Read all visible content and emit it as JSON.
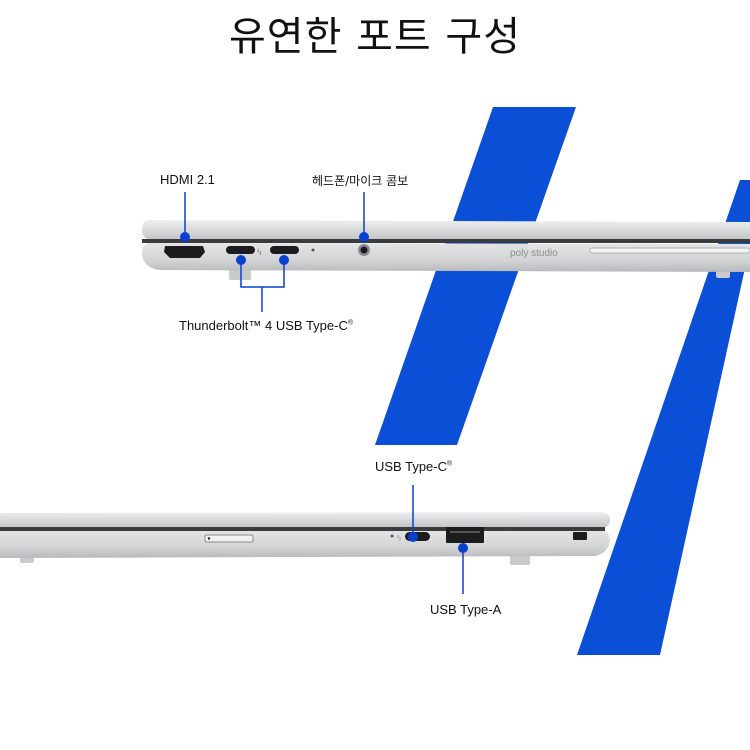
{
  "title": "유연한 포트 구성",
  "brand_mark": "poly studio",
  "labels": {
    "hdmi": "HDMI 2.1",
    "headphone": "헤드폰/마이크 콤보",
    "thunderbolt": "Thunderbolt™ 4 USB Type-C",
    "usb_c": "USB Type-C",
    "usb_a": "USB Type-A",
    "registered": "®"
  },
  "colors": {
    "accent": "#0a4fd6",
    "callout": "#0a3fd0",
    "chassis": "#d9dadc"
  }
}
